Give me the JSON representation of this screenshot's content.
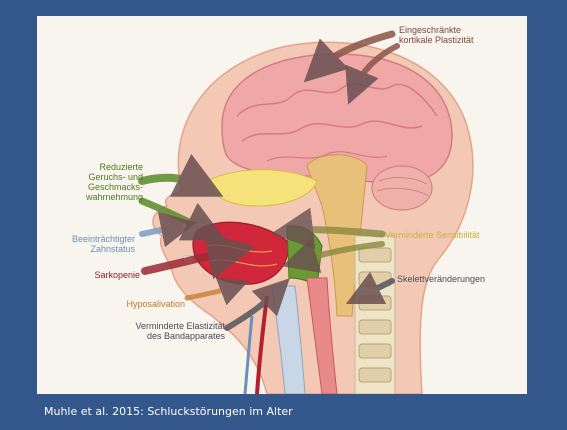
{
  "figure": {
    "labels": {
      "cortical": "Eingeschränkte\nkortikale Plastizität",
      "smell": "Reduzierte\nGeruchs- und\nGeschmacks-\nwahrnehmung",
      "dental": "Beeinträchtigter\nZahnstatus",
      "sarcopenia": "Sarkopenie",
      "hyposalivation": "Hyposalivation",
      "elasticity": "Verminderte Elastizität\ndes Bandapparates",
      "sensitivity": "Verminderte Sensibilität",
      "skeletal": "Skelettveränderungen"
    },
    "colors": {
      "cortical": "#7a4a40",
      "smell": "#4e7a22",
      "dental": "#6b8fb8",
      "sarcopenia": "#8a1f2a",
      "hyposalivation": "#c07a2a",
      "elasticity": "#4a4a55",
      "sensitivity": "#c9b23a",
      "skeletal": "#4a4a55"
    }
  },
  "caption": "Muhle et al. 2015: Schluckstörungen im Alter"
}
